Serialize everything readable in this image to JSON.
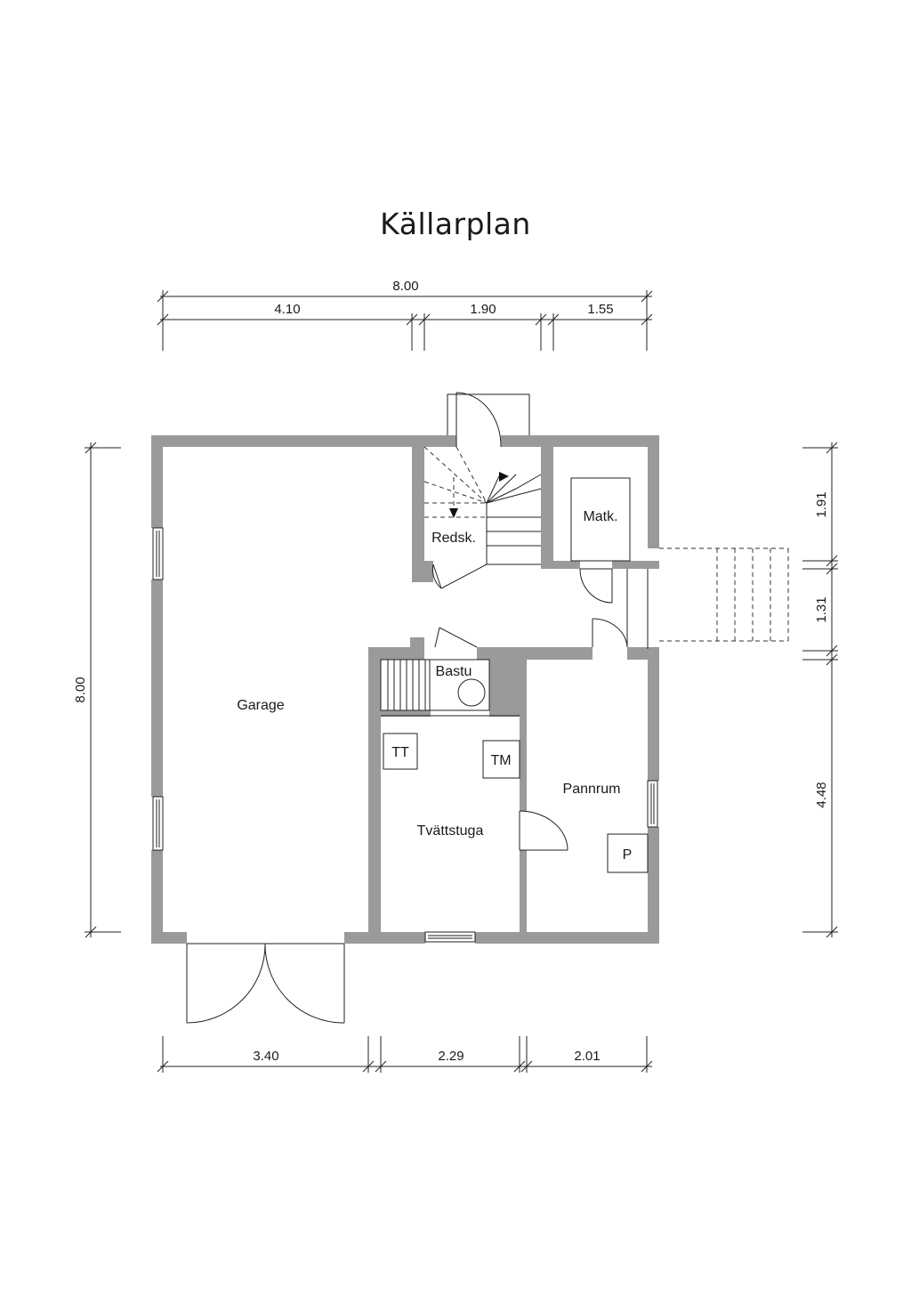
{
  "title": "Källarplan",
  "dimensions": {
    "top_total": "8.00",
    "top_1": "4.10",
    "top_2": "1.90",
    "top_3": "1.55",
    "left_total": "8.00",
    "right_1": "1.91",
    "right_2": "1.31",
    "right_3": "4.48",
    "bottom_1": "3.40",
    "bottom_2": "2.29",
    "bottom_3": "2.01"
  },
  "rooms": {
    "garage": "Garage",
    "redskap": "Redsk.",
    "matkallare": "Matk.",
    "bastu": "Bastu",
    "tvattstuga": "Tvättstuga",
    "pannrum": "Pannrum"
  },
  "fixtures": {
    "tumble_dryer": "TT",
    "washing_machine": "TM",
    "boiler": "P"
  },
  "colors": {
    "wall": "#9a9a9a",
    "line": "#222222"
  }
}
